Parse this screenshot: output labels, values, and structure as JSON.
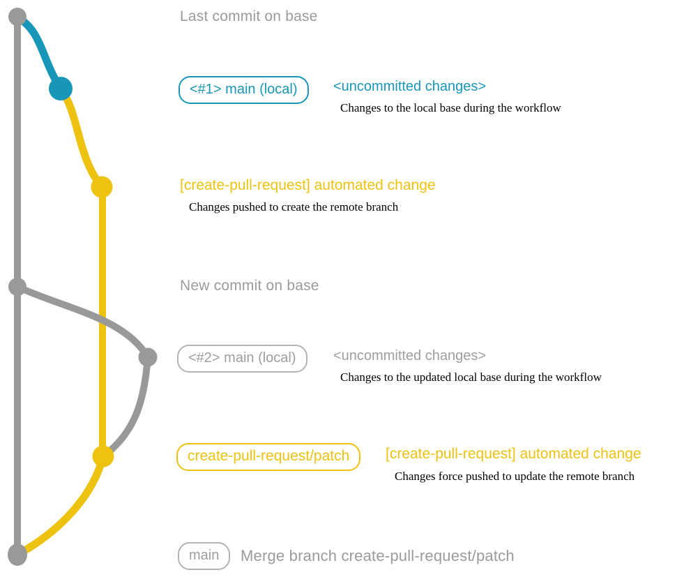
{
  "colors": {
    "gray": "#999999",
    "gray_text": "#9b9b9b",
    "blue": "#1796b8",
    "yellow": "#edc211",
    "black": "#000000",
    "background": "#ffffff"
  },
  "graph": {
    "type": "git-branch-diagram",
    "branches": [
      {
        "name": "base",
        "color": "gray"
      },
      {
        "name": "main (local)",
        "color": "blue"
      },
      {
        "name": "create-pull-request/patch",
        "color": "yellow"
      }
    ],
    "nodes": [
      {
        "id": "last-commit-on-base",
        "color": "gray"
      },
      {
        "id": "local-main-commit-1",
        "color": "blue"
      },
      {
        "id": "patch-branch-commit-1",
        "color": "yellow"
      },
      {
        "id": "new-commit-on-base",
        "color": "gray"
      },
      {
        "id": "local-main-commit-2",
        "color": "gray"
      },
      {
        "id": "patch-branch-commit-2",
        "color": "yellow"
      },
      {
        "id": "merge-commit",
        "color": "gray"
      }
    ]
  },
  "annotations": {
    "last_commit_on_base": "Last commit on base",
    "row1": {
      "branch_label": "<#1> main (local)",
      "status": "<uncommitted changes>",
      "description": "Changes to the local base during the workflow"
    },
    "row2": {
      "commit_message": "[create-pull-request] automated change",
      "description": "Changes pushed to create the remote branch"
    },
    "new_commit_on_base": "New commit on base",
    "row3": {
      "branch_label": "<#2> main (local)",
      "status": "<uncommitted changes>",
      "description": "Changes to the updated local base during the workflow"
    },
    "row4": {
      "branch_label": "create-pull-request/patch",
      "commit_message": "[create-pull-request] automated change",
      "description": "Changes force pushed to update the remote branch"
    },
    "row5": {
      "branch_label": "main",
      "commit_message": "Merge branch create-pull-request/patch"
    }
  }
}
